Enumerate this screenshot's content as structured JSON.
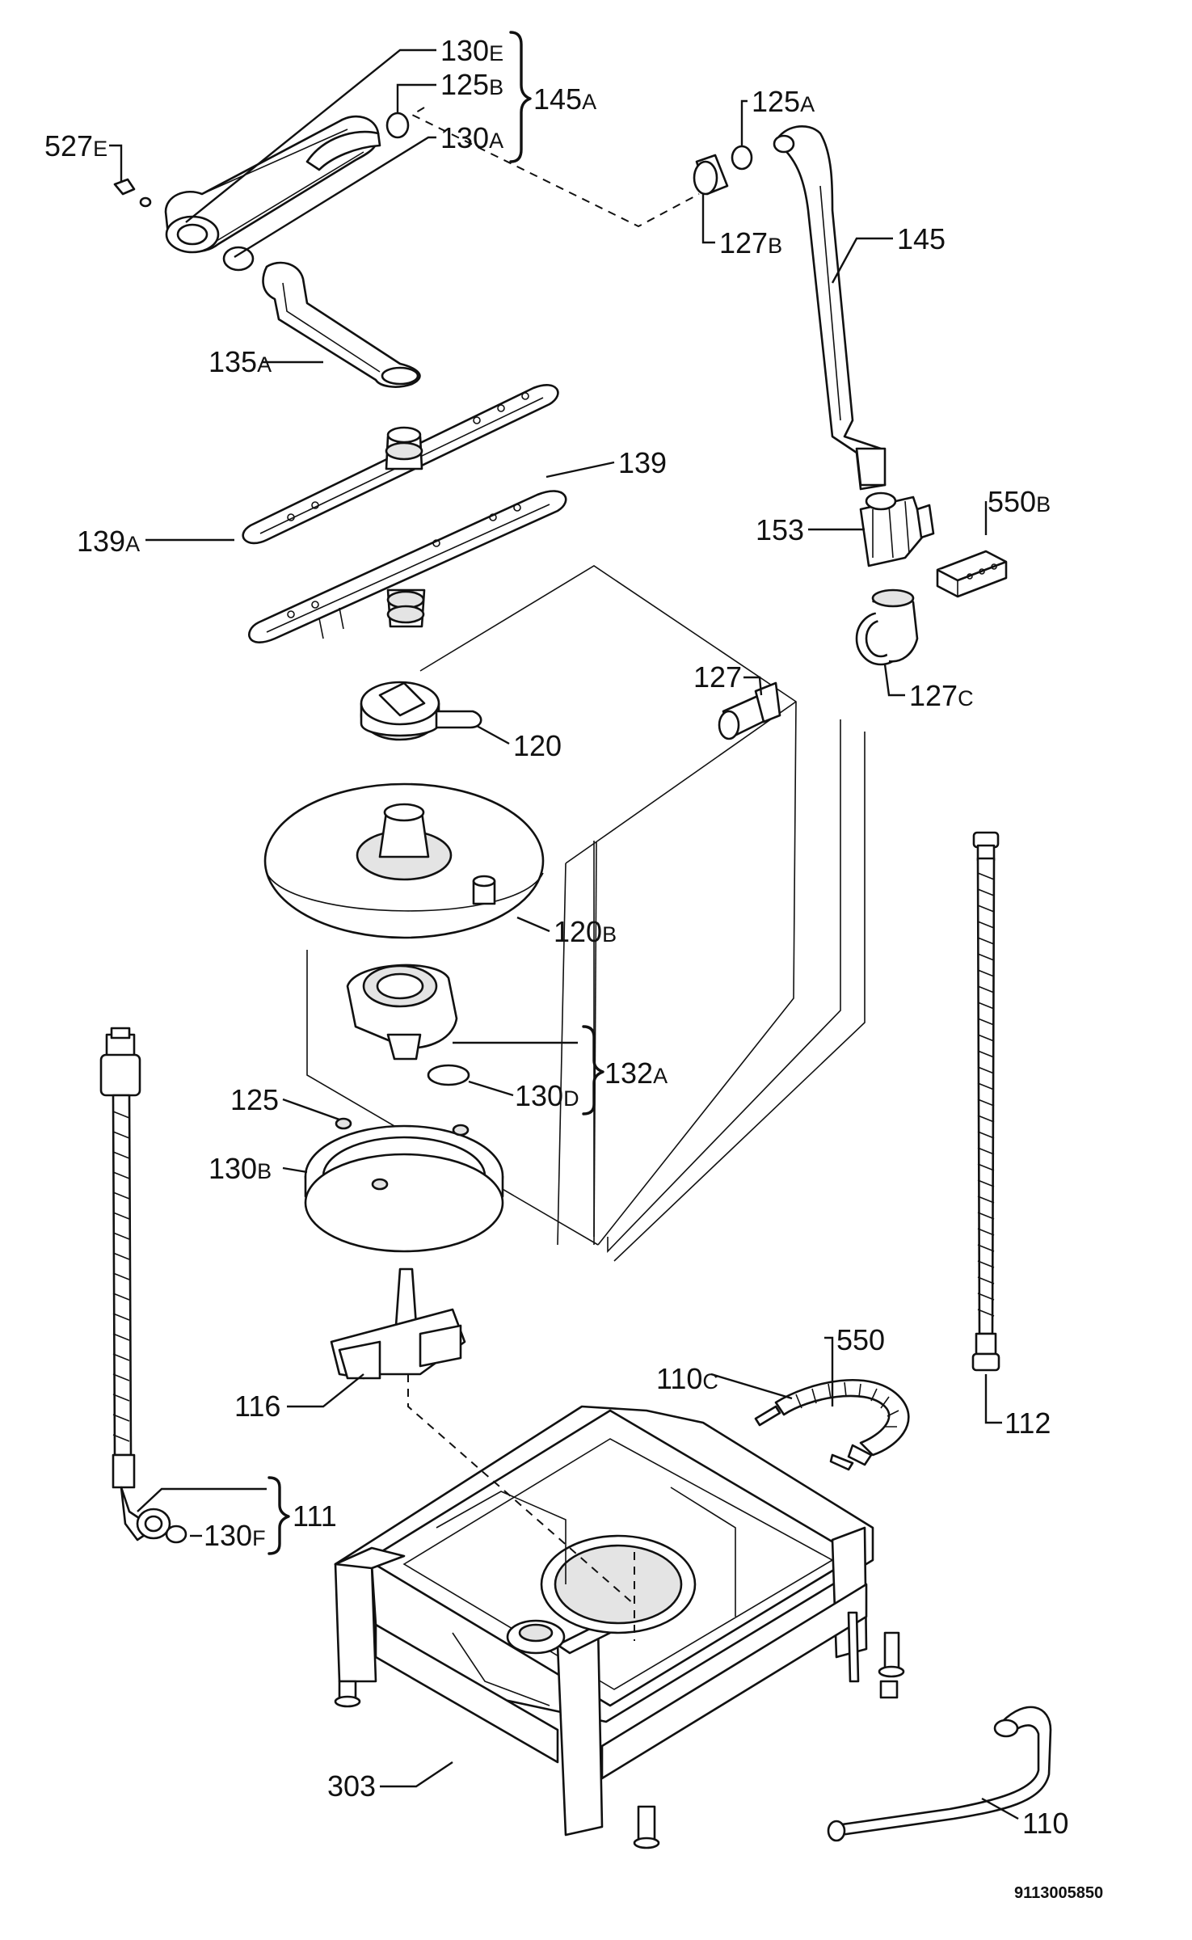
{
  "labels": {
    "l130e": {
      "num": "130",
      "suf": "E"
    },
    "l125b": {
      "num": "125",
      "suf": "B"
    },
    "l145a": {
      "num": "145",
      "suf": "A"
    },
    "l130a": {
      "num": "130",
      "suf": "A"
    },
    "l527e": {
      "num": "527",
      "suf": "E"
    },
    "l125a": {
      "num": "125",
      "suf": "A"
    },
    "l127b": {
      "num": "127",
      "suf": "B"
    },
    "l145": {
      "num": "145",
      "suf": ""
    },
    "l135a": {
      "num": "135",
      "suf": "A"
    },
    "l139": {
      "num": "139",
      "suf": ""
    },
    "l139a": {
      "num": "139",
      "suf": "A"
    },
    "l153": {
      "num": "153",
      "suf": ""
    },
    "l550b": {
      "num": "550",
      "suf": "B"
    },
    "l127c": {
      "num": "127",
      "suf": "C"
    },
    "l127": {
      "num": "127",
      "suf": ""
    },
    "l120": {
      "num": "120",
      "suf": ""
    },
    "l120b": {
      "num": "120",
      "suf": "B"
    },
    "l132a": {
      "num": "132",
      "suf": "A"
    },
    "l130d": {
      "num": "130",
      "suf": "D"
    },
    "l125": {
      "num": "125",
      "suf": ""
    },
    "l130b": {
      "num": "130",
      "suf": "B"
    },
    "l116": {
      "num": "116",
      "suf": ""
    },
    "l550": {
      "num": "550",
      "suf": ""
    },
    "l110c": {
      "num": "110",
      "suf": "C"
    },
    "l112": {
      "num": "112",
      "suf": ""
    },
    "l130f": {
      "num": "130",
      "suf": "F"
    },
    "l111": {
      "num": "111",
      "suf": ""
    },
    "l303": {
      "num": "303",
      "suf": ""
    },
    "l110": {
      "num": "110",
      "suf": ""
    }
  },
  "document_number": "9113005850"
}
